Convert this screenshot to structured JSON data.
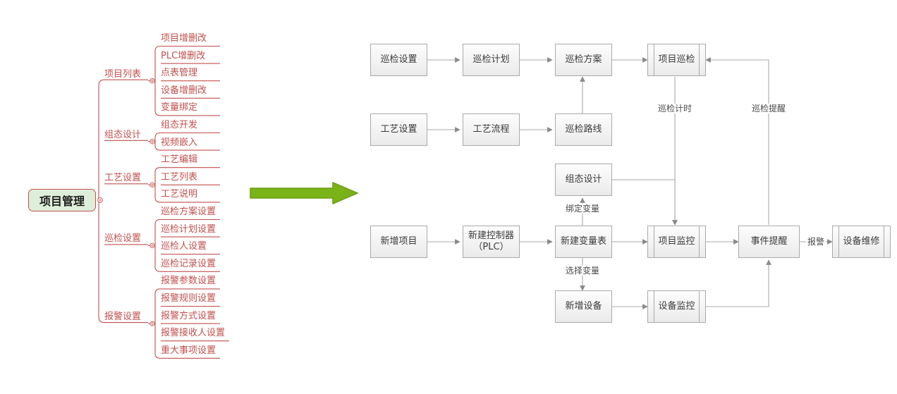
{
  "mindmap": {
    "root": {
      "label": "项目管理",
      "fill": "#dfeeda",
      "stroke": "#c0504d"
    },
    "accent": "#c0504d",
    "branches": [
      {
        "label": "项目列表",
        "leaves": [
          "项目增删改",
          "PLC增删改",
          "点表管理",
          "设备增删改",
          "变量绑定"
        ]
      },
      {
        "label": "组态设计",
        "leaves": [
          "组态开发",
          "视频嵌入"
        ]
      },
      {
        "label": "工艺设置",
        "leaves": [
          "工艺编辑",
          "工艺列表",
          "工艺说明"
        ]
      },
      {
        "label": "巡检设置",
        "leaves": [
          "巡检方案设置",
          "巡检计划设置",
          "巡检人设置",
          "巡检记录设置"
        ]
      },
      {
        "label": "报警设置",
        "leaves": [
          "报警参数设置",
          "报警规则设置",
          "报警方式设置",
          "报警接收人设置",
          "重大事项设置"
        ]
      }
    ]
  },
  "transition_arrow": {
    "name": "green-right-arrow",
    "color": "#7ab317"
  },
  "flowchart": {
    "node_fill_top": "#fdfdfd",
    "node_fill_bottom": "#eaeaea",
    "node_stroke": "#aaaaaa",
    "nodes": [
      {
        "id": "n1",
        "label": "巡检设置",
        "shape": "process"
      },
      {
        "id": "n2",
        "label": "巡检计划",
        "shape": "process"
      },
      {
        "id": "n3",
        "label": "巡检方案",
        "shape": "process"
      },
      {
        "id": "n4",
        "label": "项目巡检",
        "shape": "predefined"
      },
      {
        "id": "n5",
        "label": "工艺设置",
        "shape": "process"
      },
      {
        "id": "n6",
        "label": "工艺流程",
        "shape": "process"
      },
      {
        "id": "n7",
        "label": "巡检路线",
        "shape": "process"
      },
      {
        "id": "n8",
        "label": "组态设计",
        "shape": "process"
      },
      {
        "id": "n9",
        "label": "新增项目",
        "shape": "process"
      },
      {
        "id": "n10",
        "label": "新建控制器\n（PLC）",
        "shape": "process"
      },
      {
        "id": "n11",
        "label": "新建变量表",
        "shape": "process"
      },
      {
        "id": "n12",
        "label": "项目监控",
        "shape": "predefined"
      },
      {
        "id": "n13",
        "label": "事件提醒",
        "shape": "process"
      },
      {
        "id": "n14",
        "label": "设备维修",
        "shape": "predefined"
      },
      {
        "id": "n15",
        "label": "新增设备",
        "shape": "process"
      },
      {
        "id": "n16",
        "label": "设备监控",
        "shape": "predefined"
      }
    ],
    "edge_labels": [
      {
        "id": "e-xjjs",
        "text": "巡检计时"
      },
      {
        "id": "e-xjtx",
        "text": "巡检提醒"
      },
      {
        "id": "e-bdbl",
        "text": "绑定变量"
      },
      {
        "id": "e-xzbl",
        "text": "选择变量"
      },
      {
        "id": "e-bj",
        "text": "报警"
      }
    ]
  }
}
